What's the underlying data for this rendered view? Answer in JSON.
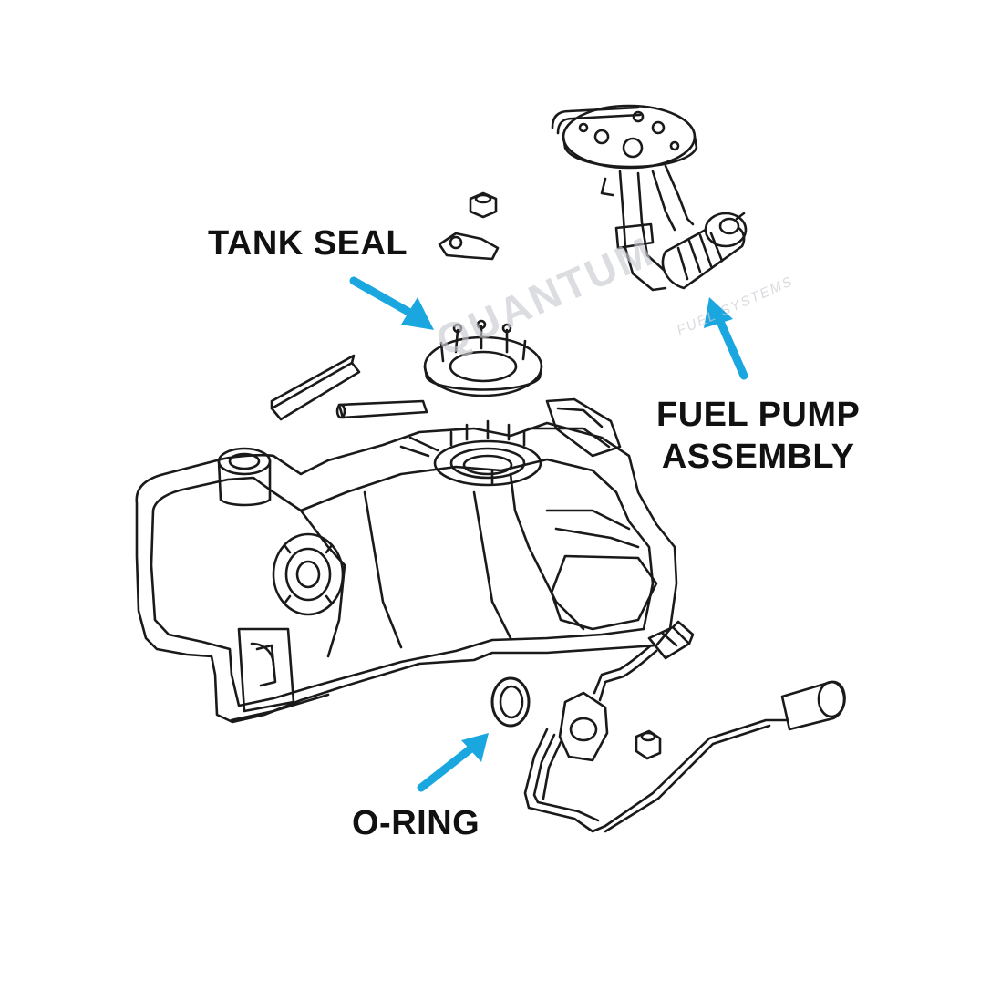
{
  "labels": {
    "tank_seal": "TANK SEAL",
    "fuel_pump_line1": "FUEL PUMP",
    "fuel_pump_line2": "ASSEMBLY",
    "o_ring": "O-RING"
  },
  "watermark": {
    "brand": "QUANTUM",
    "tagline": "FUEL SYSTEMS"
  },
  "colors": {
    "arrow": "#1aa7e0",
    "line": "#1a1a1a",
    "text": "#111111",
    "watermark": "#c9ccd2"
  }
}
